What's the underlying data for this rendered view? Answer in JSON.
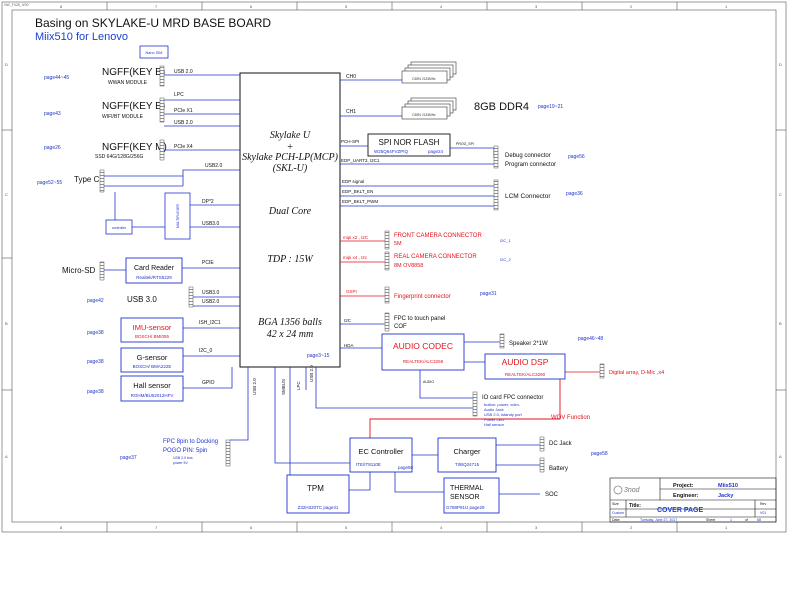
{
  "header": {
    "tiny": "HW_F428_9/30",
    "title": "Basing on SKYLAKE-U MRD BASE BOARD",
    "subtitle": "Miix510 for Lenovo"
  },
  "border": {
    "cols_top": [
      "8",
      "7",
      "6",
      "5",
      "4",
      "3",
      "2",
      "1"
    ],
    "cols_bottom": [
      "8",
      "7",
      "6",
      "5",
      "4",
      "3",
      "2",
      "1"
    ],
    "rows": [
      "D",
      "C",
      "B",
      "A"
    ]
  },
  "cpu": {
    "l1": "Skylake U",
    "l2": "+",
    "l3": "Skylake PCH-LP(MCP)",
    "l4": "(SKL-U)",
    "l5": "Dual Core",
    "l6": "TDP : 15W",
    "l7": "BGA 1356 balls",
    "l8": "42 x 24 mm",
    "page": "page3~15"
  },
  "left": {
    "nano_sim": "Nano SIM",
    "wwan_page": "page44~45",
    "wwan_title": "NGFF(KEY B)",
    "wwan_sub": "WWAN MODULE",
    "wwan_bus": "USB 2.0",
    "wifi_page": "page43",
    "wifi_title": "NGFF(KEY E)",
    "wifi_sub": "WIFI/BT MODULE",
    "wifi_bus1": "LPC",
    "wifi_bus2": "PCIe X1",
    "wifi_bus3": "USB 2.0",
    "ssd_page": "page26",
    "ssd_title": "NGFF(KEY M)",
    "ssd_sub": "SSD  64G/128G/256G",
    "ssd_bus": "PCIe X4",
    "typec_page": "page52~55",
    "typec": "Type C",
    "typec_bus": "USB2.0",
    "controller": "controller",
    "mux": "MULTIPLEXER",
    "dp": "DP*2",
    "usb30": "USB3.0",
    "microsd": "Micro-SD",
    "cardreader": "Card Reader",
    "cardreader_sub": "Realtek/RTS5229",
    "pcie": "PCIE",
    "usb3_page": "page42",
    "usb3": "USB 3.0",
    "usb3_bus1": "USB3.0",
    "usb3_bus2": "USB2.0",
    "imu_page": "page38",
    "imu": "IMU-sensor",
    "imu_sub": "BOSCH/ BMI055",
    "imu_bus": "ISH_I2C1",
    "gs_page": "page38",
    "gs": "G-sensor",
    "gs_sub": "BOSCH/ BMA222E",
    "gs_bus": "I2C_0",
    "hall_page": "page38",
    "hall": "Hall sensor",
    "hall_sub": "ROHM/BU52012HFV",
    "hall_bus": "GPIO",
    "fpc_l1": "FPC 8pin to Docking",
    "fpc_l2": "POGO PIN: 5pin",
    "fpc_l3": "USB 2.0 bus",
    "fpc_l4": "power 5V",
    "fpc_page": "page37",
    "v_usb20a": "USB 2.0",
    "v_smbus": "SMBUS",
    "v_lpc": "LPC",
    "v_usb20b": "USB 2.0"
  },
  "right": {
    "ch0": "CH0",
    "ch1": "CH1",
    "dimm": "DDR4 2133MHz",
    "ddr4": "8GB DDR4",
    "ddr4_page": "page19~21",
    "spi_bus": "PCH-SPI",
    "spi_title": "SPI NOR FLASH",
    "spi_sub": "W25Q64FVZPIQ",
    "spi_page": "page24",
    "prog_spi": "PROG_SPI",
    "edp_uart": "EDP_UART3, I2C1",
    "debug1": "Debug connector",
    "debug2": "Program connector",
    "debug_page": "page56",
    "edp_signal": "EDP signal",
    "edp_en": "EDP_BKLT_EN",
    "edp_pwm": "EDP_BKLT_PWM",
    "lcm": "LCM Connector",
    "lcm_page": "page36",
    "mipi1": "mipi x2 , I2C",
    "front_cam": "FRONT CAMERA CONNECTOR",
    "front_cam_sub": "5M",
    "i2c1": "I2C_1",
    "mipi2": "mipi x4 , I2c",
    "real_cam": "REAL CAMERA CONNECTOR",
    "real_cam_sub": "8M OV8858",
    "i2c2": "I2C_2",
    "gspi": "GSPI",
    "fp": "Fingerprint connector",
    "fp_page": "page31",
    "i2c": "I2C",
    "touch1": "FPC to touch panel",
    "touch2": "COF",
    "hda": "HDA",
    "codec": "AUDIO CODEC",
    "codec_sub": "REALTEK/ALC3268",
    "speaker": "Speaker 2*1W",
    "audio_page": "page46~48",
    "dsp": "AUDIO DSP",
    "dsp_sub": "REALTEK/ALC3290",
    "dmic": "Digital array, D-Mic ,x4",
    "audio_sig": "AUDIO",
    "io_title": "IO card FPC connector",
    "io_l1": "button: power, volm-",
    "io_l2": "Audio Jack",
    "io_l3": "USB 2.0, istandy port",
    "io_l4": "Power LED",
    "io_l5": "Hall sensor",
    "wov": "WOV Function"
  },
  "bottom": {
    "ec": "EC Controller",
    "ec_sub": "ITE/IT8110E",
    "ec_page": "page50",
    "charger": "Charger",
    "charger_sub": "TI/BQ24715",
    "dcjack": "DC Jack",
    "battery": "Battery",
    "power_page": "page58",
    "tpm": "TPM",
    "tpm_sub": "Z32H320TC  page41",
    "thermal1": "THERMAL",
    "thermal2": "SENSOR",
    "thermal_sub": "G788P81U   page29",
    "soc": "SOC"
  },
  "titleblock": {
    "logo": "3nod",
    "project_label": "Project:",
    "project": "Miix510",
    "engineer_label": "Engineer:",
    "engineer": "Jacky",
    "size_label": "Size",
    "title_label": "Title:",
    "title": "COVER PAGE",
    "size": "Custom",
    "rev_label": "Rev",
    "rev": "V01",
    "date_label": "Date:",
    "date": "Tuesday, June 27, 2017",
    "sheet_label": "Sheet",
    "sheet": "1",
    "of_label": "of",
    "of": "68"
  },
  "colors": {
    "blue": "#2233cc",
    "red": "#e0141e",
    "black": "#111111",
    "title_blue": "#1a3fd6"
  }
}
